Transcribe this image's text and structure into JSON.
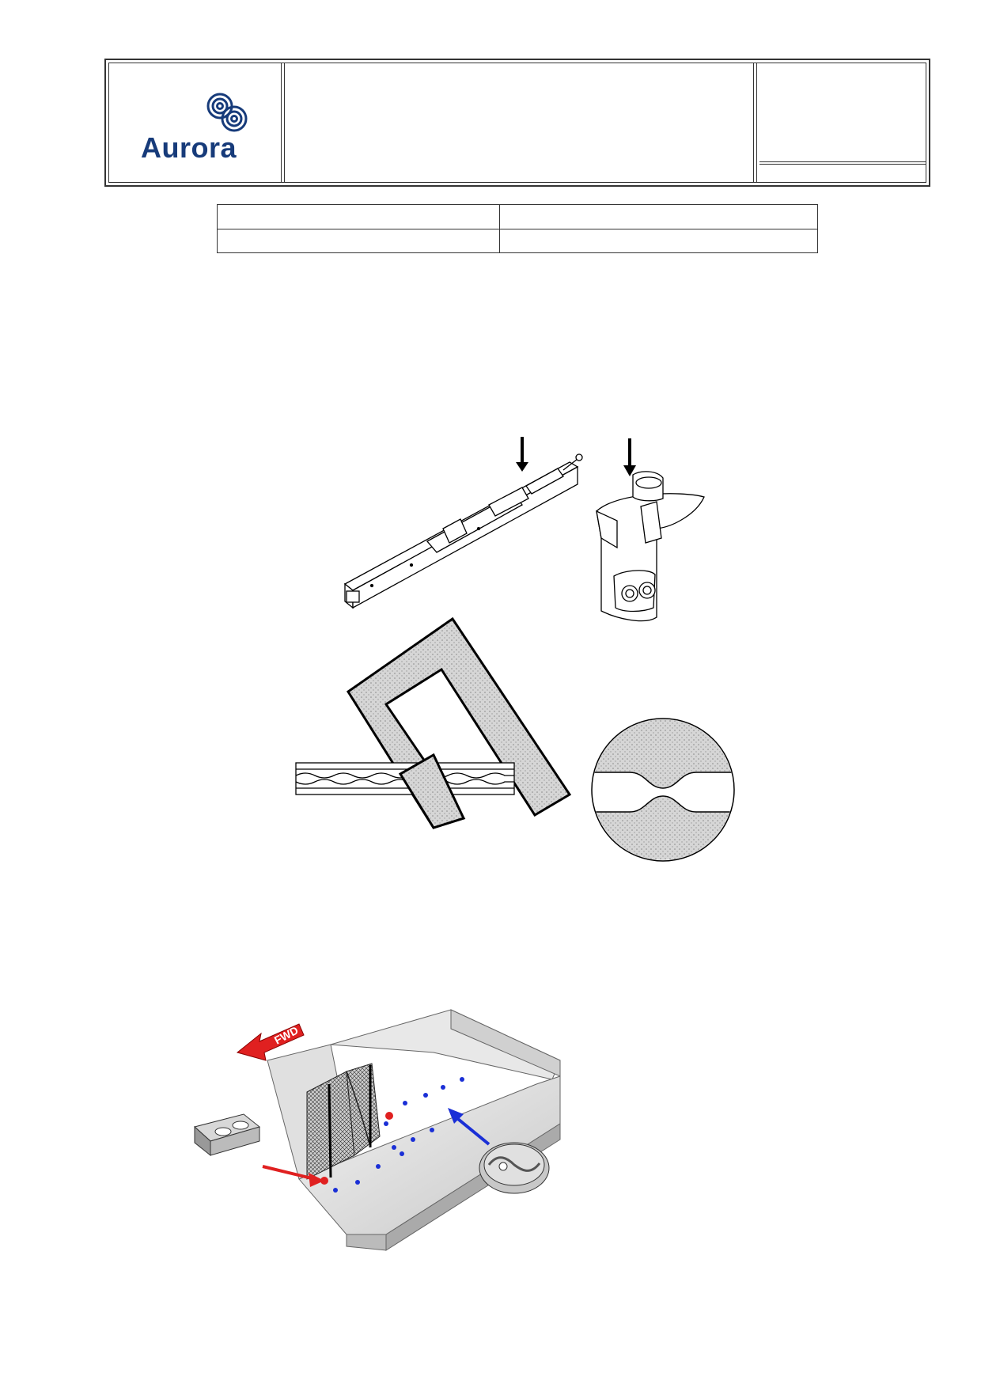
{
  "header": {
    "logo": {
      "brand_name": "Aurora",
      "icon": "aurora-rings-logo",
      "color": "#173b7a"
    },
    "title": "",
    "reference": "",
    "revision": ""
  },
  "info_table": {
    "rows": [
      [
        "",
        ""
      ],
      [
        "",
        ""
      ]
    ]
  },
  "figures": {
    "figure1": {
      "components": [
        "seat-track-rail-icon",
        "track-fitting-icon",
        "dotted-u-strip-icon",
        "track-profile-bar-icon",
        "magnified-track-detail-icon"
      ]
    },
    "figure2": {
      "fwd_label": "FWD",
      "components": [
        "cargo-bay-cutaway-icon",
        "track-fitting-detail-left-icon",
        "round-fitting-detail-icon"
      ],
      "accent_red": "#e02020",
      "accent_blue": "#1a2fd6"
    }
  }
}
